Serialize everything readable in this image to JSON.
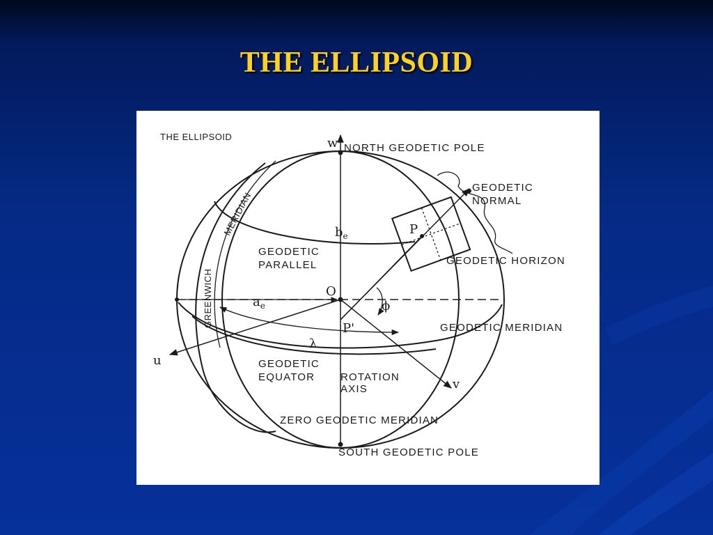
{
  "slide": {
    "title": "THE ELLIPSOID"
  },
  "diagram": {
    "inset_title": "THE ELLIPSOID",
    "labels": {
      "w_axis": "w",
      "north_pole": "NORTH GEODETIC POLE",
      "meridian": "MERIDIAN",
      "greenwich": "GREENWICH",
      "geodetic_normal_1": "GEODETIC",
      "geodetic_normal_2": "NORMAL",
      "b_e": "b",
      "b_e_sub": "e",
      "point_p": "P",
      "geodetic_parallel_1": "GEODETIC",
      "geodetic_parallel_2": "PARALLEL",
      "geodetic_horizon": "GEODETIC HORIZON",
      "origin": "O",
      "a_e": "a",
      "a_e_sub": "e",
      "phi": "ϕ",
      "point_p_prime": "P'",
      "geodetic_meridian": "GEODETIC MERIDIAN",
      "lambda": "λ",
      "u_axis": "u",
      "geodetic_equator_1": "GEODETIC",
      "geodetic_equator_2": "EQUATOR",
      "rotation_axis_1": "ROTATION",
      "rotation_axis_2": "AXIS",
      "v_axis": "v",
      "zero_meridian": "ZERO GEODETIC MERIDIAN",
      "south_pole": "SOUTH GEODETIC POLE"
    }
  },
  "colors": {
    "title": "#ffd21f",
    "background": "#052a86",
    "figure_bg": "#ffffff",
    "ink": "#1a1a1a"
  }
}
